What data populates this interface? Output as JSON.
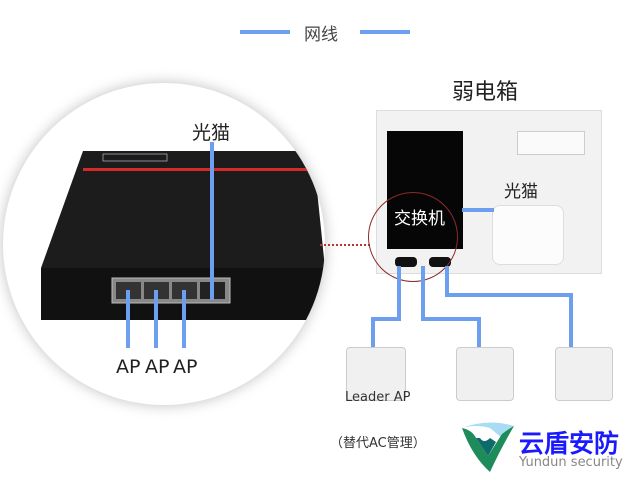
{
  "header": {
    "title": "网线"
  },
  "zoom_view": {
    "modem_label": "光猫",
    "ap_labels": [
      "AP",
      "AP",
      "AP"
    ]
  },
  "cabinet": {
    "title": "弱电箱",
    "switch_label": "交换机",
    "modem_label": "光猫"
  },
  "leader": {
    "line1": "Leader AP",
    "line2": "（替代AC管理）"
  },
  "logo": {
    "name": "云盾安防",
    "subtitle": "Yundun security"
  },
  "colors": {
    "cable": "#6c9ff0",
    "logo_blue": "#1a1aff",
    "highlight": "#8b2a2a"
  }
}
